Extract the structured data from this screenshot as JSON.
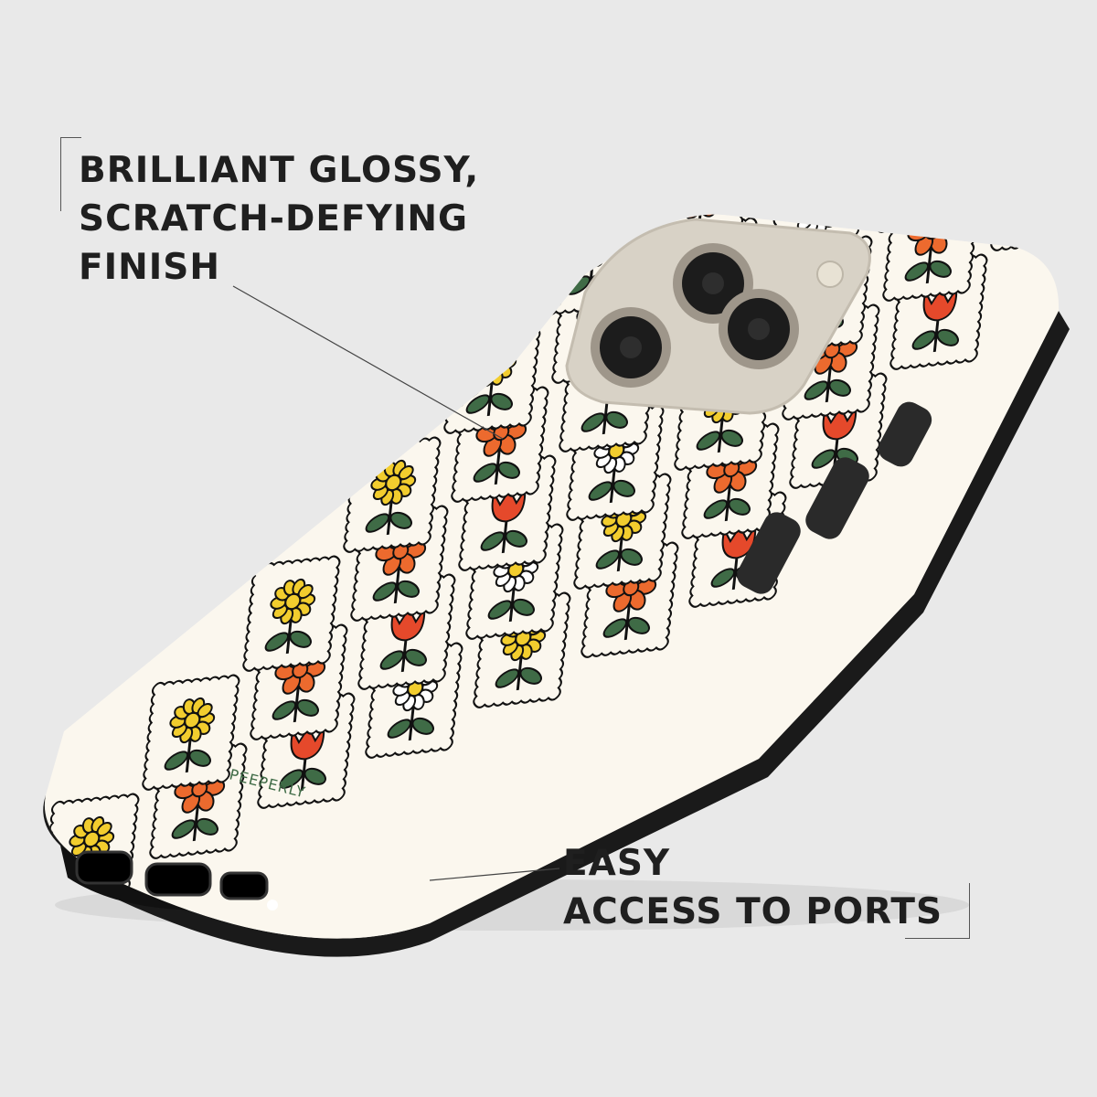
{
  "callouts": {
    "finish": {
      "lines": [
        "BRILLIANT GLOSSY,",
        "SCRATCH-DEFYING",
        "FINISH"
      ]
    },
    "ports": {
      "lines": [
        "EASY",
        "ACCESS TO PORTS"
      ]
    }
  },
  "product": {
    "brand_mark": "PEEPERLY",
    "pattern": [
      "daisy-yellow",
      "flower-orange",
      "tulip-red",
      "daisy-white"
    ]
  },
  "colors": {
    "background": "#e9e9e9",
    "case_base": "#fbf7ee",
    "case_edge": "#1a1a1a",
    "yellow": "#f2cd2e",
    "orange": "#ec6a2e",
    "tulip": "#e5492b",
    "leaf": "#3f6b46"
  }
}
